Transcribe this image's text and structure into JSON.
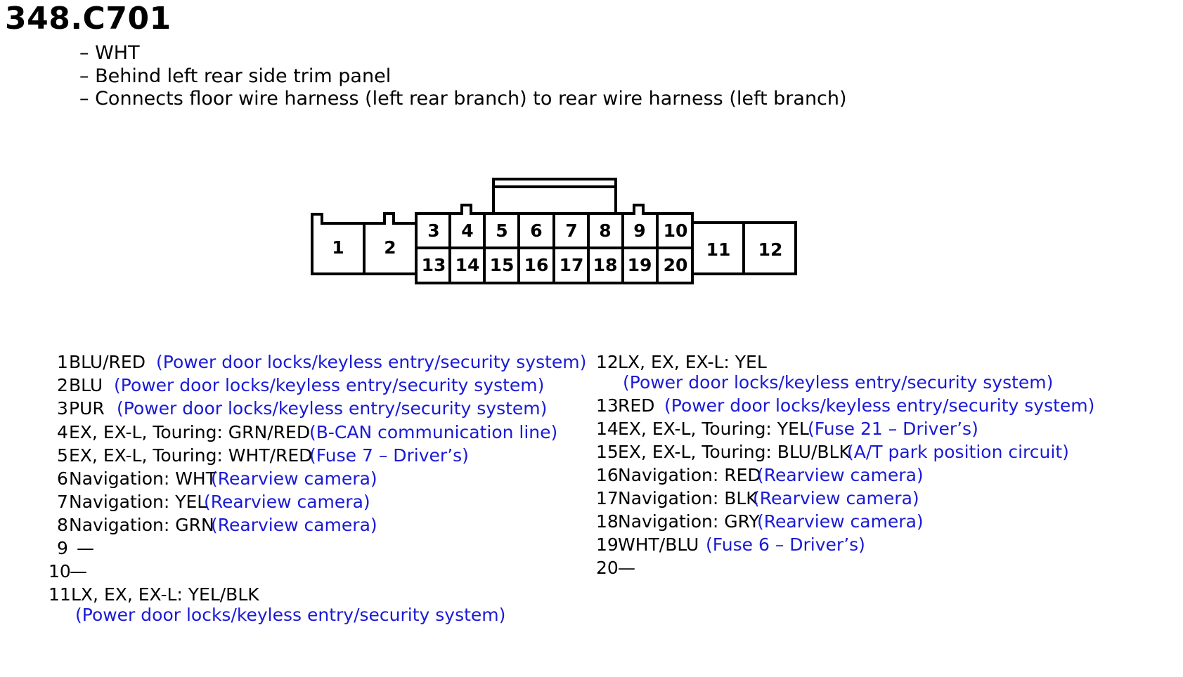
{
  "connector": {
    "title": "348.C701",
    "details": [
      "– WHT",
      "– Behind left rear side trim panel",
      "– Connects floor wire harness (left rear branch) to rear wire harness (left branch)"
    ]
  },
  "pins": [
    {
      "n": "1",
      "wire": "BLU/RED",
      "circuit": "(Power door locks/keyless entry/security system)"
    },
    {
      "n": "2",
      "wire": "BLU",
      "circuit": "(Power door locks/keyless entry/security system)"
    },
    {
      "n": "3",
      "wire": "PUR",
      "circuit": "(Power door locks/keyless entry/security system)"
    },
    {
      "n": "4",
      "wire": "EX, EX-L, Touring: GRN/RED",
      "circuit": "(B-CAN communication line)"
    },
    {
      "n": "5",
      "wire": "EX, EX-L, Touring: WHT/RED",
      "circuit": "(Fuse 7 – Driver’s)"
    },
    {
      "n": "6",
      "wire": "Navigation: WHT",
      "circuit": "(Rearview camera)"
    },
    {
      "n": "7",
      "wire": "Navigation: YEL",
      "circuit": "(Rearview camera)"
    },
    {
      "n": "8",
      "wire": "Navigation: GRN",
      "circuit": "(Rearview camera)"
    },
    {
      "n": "9",
      "wire": "—",
      "circuit": ""
    },
    {
      "n": "10",
      "wire": "—",
      "circuit": ""
    },
    {
      "n": "11",
      "wire": "LX, EX, EX-L: YEL/BLK",
      "circuit": "(Power door locks/keyless entry/security system)"
    },
    {
      "n": "12",
      "wire": "LX, EX, EX-L: YEL",
      "circuit": "(Power door locks/keyless entry/security system)"
    },
    {
      "n": "13",
      "wire": "RED",
      "circuit": "(Power door locks/keyless entry/security system)"
    },
    {
      "n": "14",
      "wire": "EX, EX-L, Touring: YEL",
      "circuit": "(Fuse 21 – Driver’s)"
    },
    {
      "n": "15",
      "wire": "EX, EX-L, Touring: BLU/BLK",
      "circuit": "(A/T park position circuit)"
    },
    {
      "n": "16",
      "wire": "Navigation: RED",
      "circuit": "(Rearview camera)"
    },
    {
      "n": "17",
      "wire": "Navigation: BLK",
      "circuit": "(Rearview camera)"
    },
    {
      "n": "18",
      "wire": "Navigation: GRY",
      "circuit": "(Rearview camera)"
    },
    {
      "n": "19",
      "wire": "WHT/BLU",
      "circuit": "(Fuse 6 – Driver’s)"
    },
    {
      "n": "20",
      "wire": "—",
      "circuit": ""
    }
  ],
  "colors": {
    "text": "#000000",
    "circuit": "#1a1ad6"
  }
}
